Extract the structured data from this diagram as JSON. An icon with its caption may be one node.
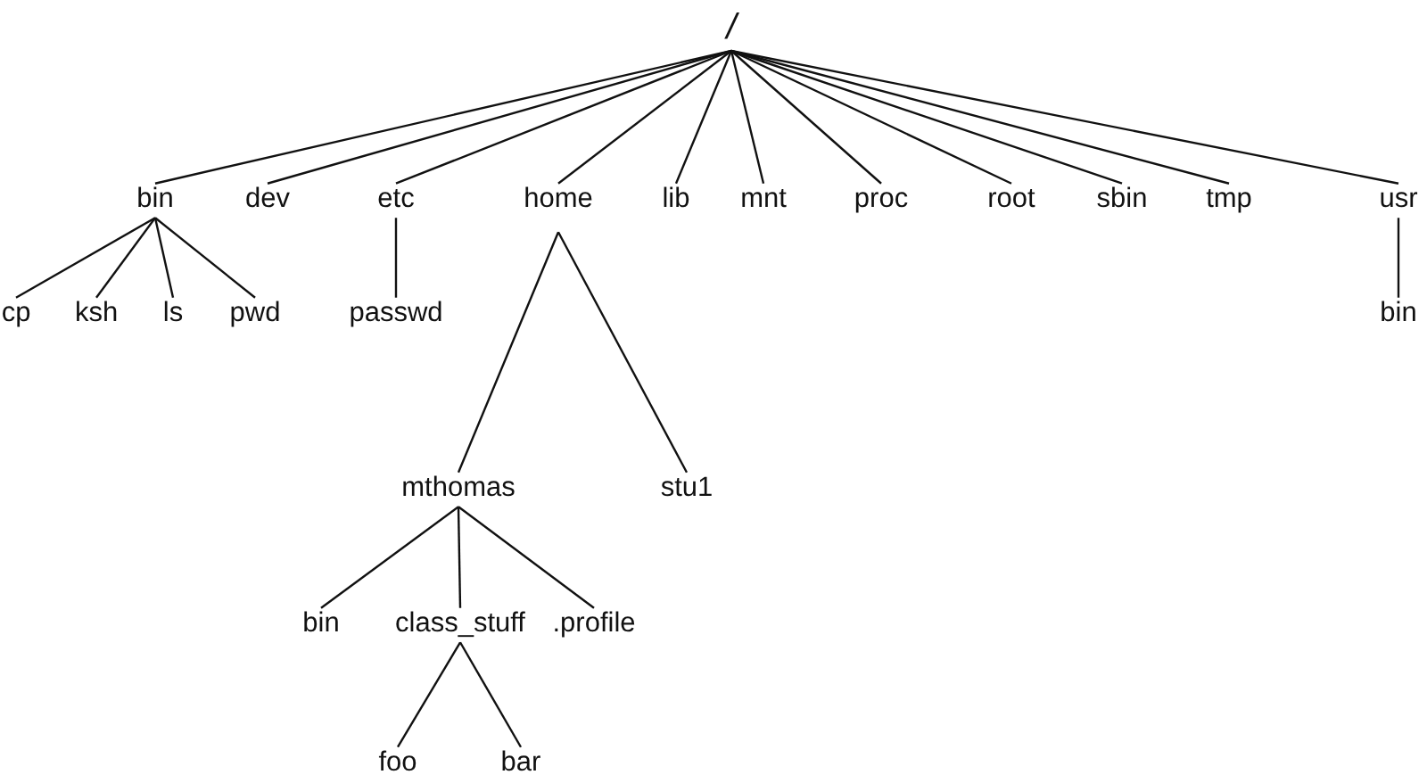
{
  "diagram": {
    "nodes": [
      {
        "text": [
          "/"
        ]
      },
      {
        "text": [
          "bin"
        ]
      },
      {
        "text": [
          "dev"
        ]
      },
      {
        "text": [
          "etc"
        ]
      },
      {
        "text": [
          "home"
        ]
      },
      {
        "text": [
          "lib"
        ]
      },
      {
        "text": [
          "mnt"
        ]
      },
      {
        "text": [
          "proc"
        ]
      },
      {
        "text": [
          "root"
        ]
      },
      {
        "text": [
          "sbin"
        ]
      },
      {
        "text": [
          "tmp"
        ]
      },
      {
        "text": [
          "usr"
        ]
      },
      {
        "text": [
          "cp"
        ]
      },
      {
        "text": [
          "ksh"
        ]
      },
      {
        "text": [
          "ls"
        ]
      },
      {
        "text": [
          "pwd"
        ]
      },
      {
        "text": [
          "passwd"
        ]
      },
      {
        "text": [
          "bin"
        ]
      },
      {
        "text": [
          "mthomas"
        ]
      },
      {
        "text": [
          "stu1"
        ]
      },
      {
        "text": [
          "bin"
        ]
      },
      {
        "text": [
          "class_stuff"
        ]
      },
      {
        "text": [
          ".profile"
        ]
      },
      {
        "text": [
          "foo"
        ]
      },
      {
        "text": [
          "bar"
        ]
      }
    ],
    "edges": [
      {
        "from": 0,
        "to": 1,
        "arrow": "none"
      },
      {
        "from": 0,
        "to": 2,
        "arrow": "none"
      },
      {
        "from": 0,
        "to": 3,
        "arrow": "none"
      },
      {
        "from": 0,
        "to": 4,
        "arrow": "none"
      },
      {
        "from": 0,
        "to": 5,
        "arrow": "none"
      },
      {
        "from": 0,
        "to": 6,
        "arrow": "none"
      },
      {
        "from": 0,
        "to": 7,
        "arrow": "none"
      },
      {
        "from": 0,
        "to": 8,
        "arrow": "none"
      },
      {
        "from": 0,
        "to": 9,
        "arrow": "none"
      },
      {
        "from": 0,
        "to": 10,
        "arrow": "none"
      },
      {
        "from": 0,
        "to": 11,
        "arrow": "none"
      },
      {
        "from": 1,
        "to": 12,
        "arrow": "none"
      },
      {
        "from": 1,
        "to": 13,
        "arrow": "none"
      },
      {
        "from": 1,
        "to": 14,
        "arrow": "none"
      },
      {
        "from": 1,
        "to": 15,
        "arrow": "none"
      },
      {
        "from": 3,
        "to": 16,
        "arrow": "none"
      },
      {
        "from": 11,
        "to": 17,
        "arrow": "none"
      },
      {
        "from": 4,
        "to": 18,
        "arrow": "none"
      },
      {
        "from": 4,
        "to": 19,
        "arrow": "none"
      },
      {
        "from": 18,
        "to": 20,
        "arrow": "none"
      },
      {
        "from": 18,
        "to": 21,
        "arrow": "none"
      },
      {
        "from": 18,
        "to": 22,
        "arrow": "none"
      },
      {
        "from": 21,
        "to": 23,
        "arrow": "none"
      },
      {
        "from": 21,
        "to": 24,
        "arrow": "none"
      }
    ]
  }
}
